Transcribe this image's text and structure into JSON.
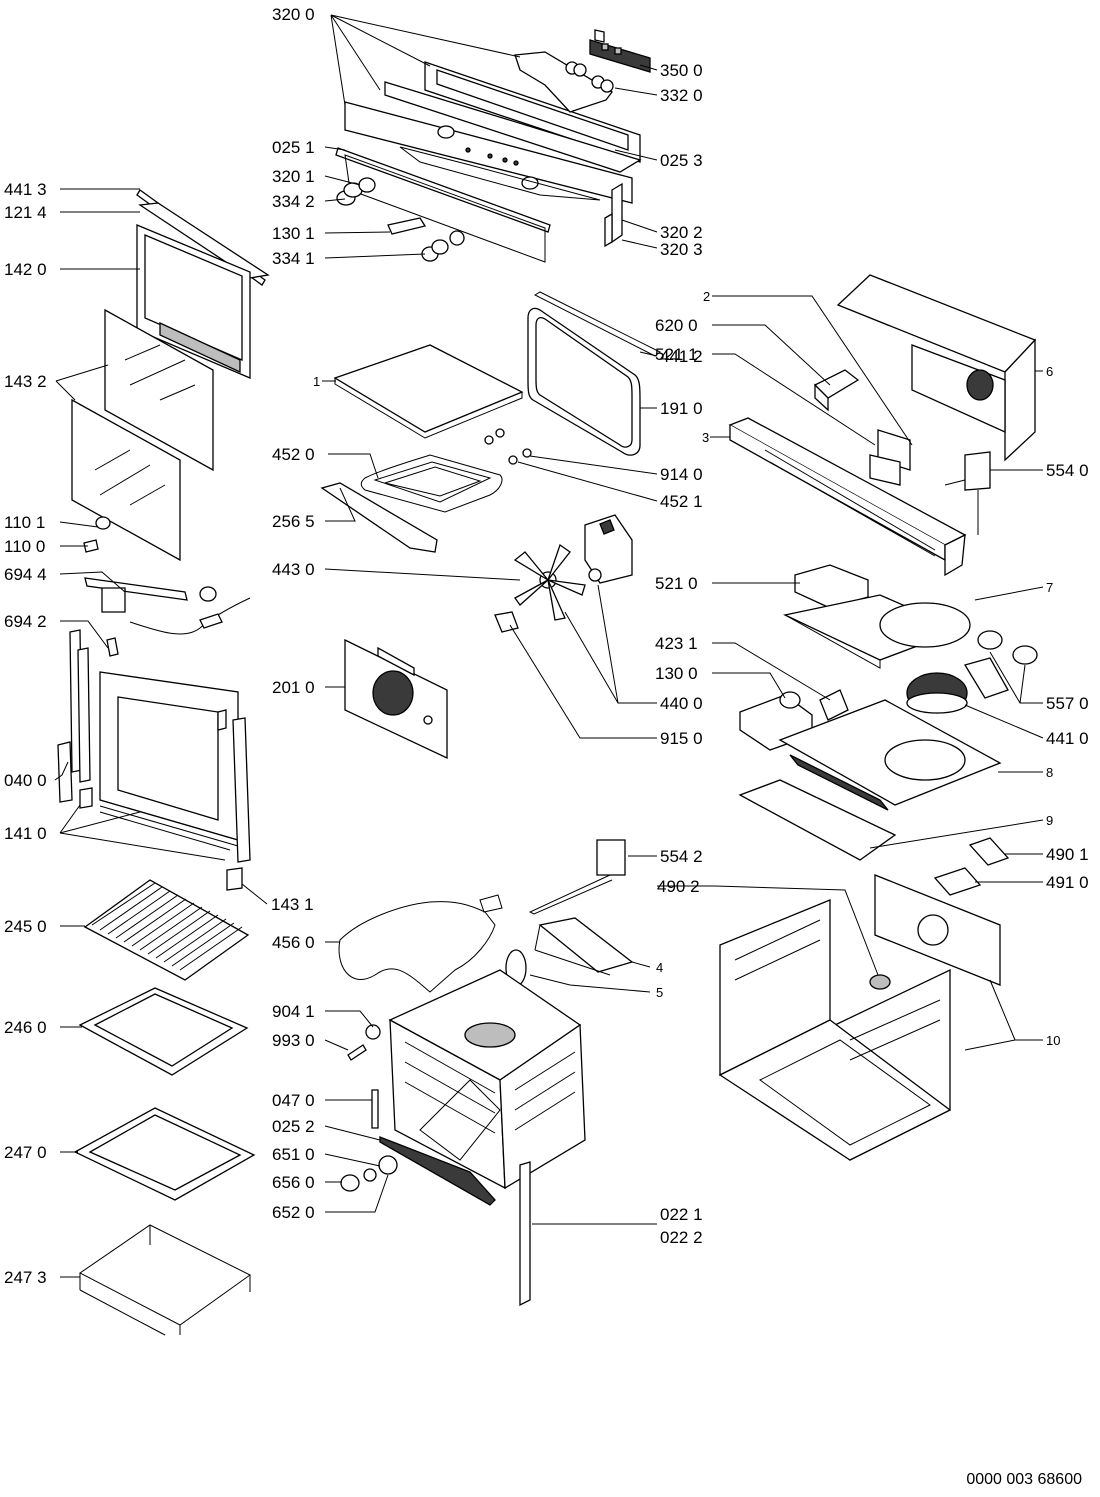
{
  "labels": {
    "l3200": "320 0",
    "l3500": "350 0",
    "l3320": "332 0",
    "l0251": "025 1",
    "l0253": "025 3",
    "l3201": "320 1",
    "l3342": "334 2",
    "l1301": "130 1",
    "l3341": "334 1",
    "l3202": "320 2",
    "l3203": "320 3",
    "l4413": "441 3",
    "l1214": "121 4",
    "l1420": "142 0",
    "l1432": "143 2",
    "l1101": "110 1",
    "l1100": "110 0",
    "l6944": "694 4",
    "l6942": "694 2",
    "l0400": "040 0",
    "l1410": "141 0",
    "l1431": "143 1",
    "l2450": "245 0",
    "l2460": "246 0",
    "l2470": "247 0",
    "l2473": "247 3",
    "c1": "1",
    "l4412": "441 2",
    "l1910": "191 0",
    "l4520": "452 0",
    "l9140": "914 0",
    "l4521": "452 1",
    "l2565": "256 5",
    "l4430": "443 0",
    "l4400": "440 0",
    "l9150": "915 0",
    "l2010": "201 0",
    "c2": "2",
    "l6200": "620 0",
    "l5211": "521 1",
    "c6": "6",
    "c3": "3",
    "l5540": "554 0",
    "l5210": "521 0",
    "c7": "7",
    "l4231": "423 1",
    "l1300": "130 0",
    "l5570": "557 0",
    "l4410": "441 0",
    "c8": "8",
    "c9": "9",
    "l5542": "554 2",
    "l4902": "490 2",
    "l4901": "490 1",
    "l4910": "491 0",
    "l4560": "456 0",
    "c4": "4",
    "c5": "5",
    "l9041": "904 1",
    "l9930": "993 0",
    "l0470": "047 0",
    "l0252": "025 2",
    "l6510": "651 0",
    "l6560": "656 0",
    "l6520": "652 0",
    "c10": "10",
    "l0221": "022 1",
    "l0222": "022 2"
  },
  "footer": {
    "document_code": "0000 003 68600"
  }
}
